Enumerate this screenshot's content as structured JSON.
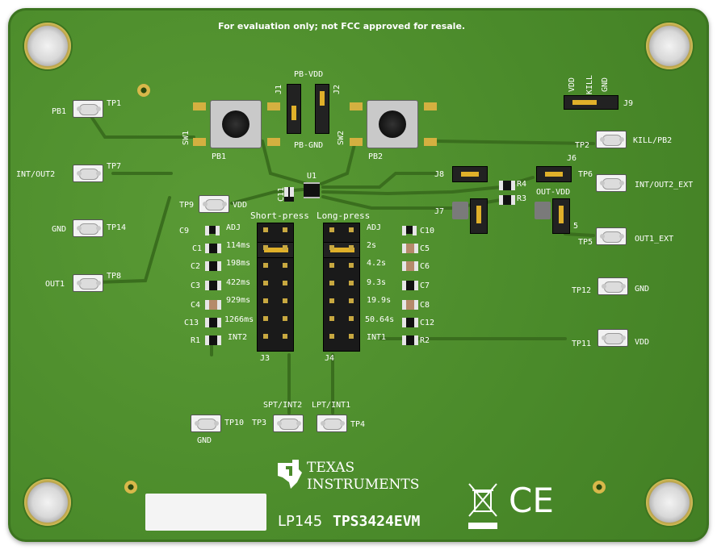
{
  "board": {
    "top_notice": "For evaluation only; not FCC approved for resale.",
    "part_label": "LP145",
    "evm_name": "TPS3424EVM",
    "brand": {
      "line1": "Texas",
      "line2": "Instruments"
    },
    "ce_mark": "CE"
  },
  "test_points": {
    "tp1": {
      "id": "TP1",
      "net": "PB1"
    },
    "tp7": {
      "id": "TP7",
      "net": "INT/OUT2"
    },
    "tp14": {
      "id": "TP14",
      "net": "GND"
    },
    "tp8": {
      "id": "TP8",
      "net": "OUT1"
    },
    "tp9": {
      "id": "TP9",
      "net": "VDD"
    },
    "tp2": {
      "id": "TP2",
      "net": "KILL/PB2"
    },
    "tp6": {
      "id": "TP6",
      "net": "INT/OUT2_EXT"
    },
    "tp5": {
      "id": "TP5",
      "net": "OUT1_EXT"
    },
    "tp12": {
      "id": "TP12",
      "net": "GND"
    },
    "tp11": {
      "id": "TP11",
      "net": "VDD"
    },
    "tp10": {
      "id": "TP10",
      "net": "GND"
    },
    "tp3": {
      "id": "TP3",
      "net": "SPT/INT2"
    },
    "tp4": {
      "id": "TP4",
      "net": "LPT/INT1"
    }
  },
  "buttons": {
    "sw1": {
      "ref": "SW1",
      "name": "PB1"
    },
    "sw2": {
      "ref": "SW2",
      "name": "PB2"
    }
  },
  "jumpers": {
    "j1": "J1",
    "j2": "J2",
    "pb_vdd": "PB-VDD",
    "pb_gnd": "PB-GND",
    "j9": "J9",
    "j9_pins": [
      "VDD",
      "KILL",
      "GND"
    ],
    "j6": "J6",
    "j7": "J7",
    "j8": "J8",
    "j5": "5",
    "out_vdd": "OUT-VDD",
    "j3": "J3",
    "j4": "J4"
  },
  "ic": {
    "ref": "U1",
    "cap": "C11"
  },
  "resistors": {
    "r3": "R3",
    "r4": "R4",
    "r1": "R1",
    "r2": "R2"
  },
  "short_press": {
    "title": "Short-press",
    "rows": [
      {
        "cap": "C9",
        "time": "ADJ"
      },
      {
        "cap": "C1",
        "time": "114ms"
      },
      {
        "cap": "C2",
        "time": "198ms"
      },
      {
        "cap": "C3",
        "time": "422ms"
      },
      {
        "cap": "C4",
        "time": "929ms"
      },
      {
        "cap": "C13",
        "time": "1266ms"
      },
      {
        "cap": "R1",
        "time": "INT2"
      }
    ]
  },
  "long_press": {
    "title": "Long-press",
    "rows": [
      {
        "cap": "C10",
        "time": "ADJ"
      },
      {
        "cap": "C5",
        "time": "2s"
      },
      {
        "cap": "C6",
        "time": "4.2s"
      },
      {
        "cap": "C7",
        "time": "9.3s"
      },
      {
        "cap": "C8",
        "time": "19.9s"
      },
      {
        "cap": "C12",
        "time": "50.64s"
      },
      {
        "cap": "R2",
        "time": "INT1"
      }
    ]
  }
}
